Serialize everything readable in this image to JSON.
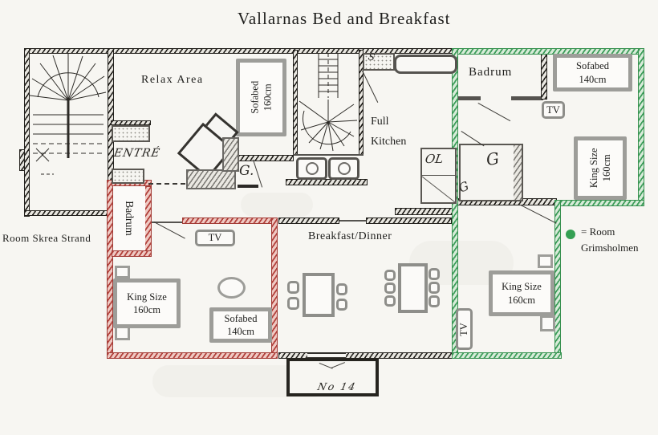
{
  "title": "Vallarnas Bed and Breakfast",
  "legend": {
    "line1": "= Room",
    "line2": "Grimsholmen",
    "dot_color": "#35a053"
  },
  "areas": {
    "relax": "Relax Area",
    "kitchen": "Full Kitchen",
    "breakfast": "Breakfast/Dinner",
    "skrea_strand_label": "Room Skrea Strand"
  },
  "room_grimsholmen_upper": {
    "badrum": "Badrum",
    "sofabed": "Sofabed 140cm",
    "tv": "TV",
    "king": "King Size 160cm",
    "closet_g_large": "G",
    "closet_g_small": "G",
    "closet_ol": "OL"
  },
  "room_grimsholmen_lower": {
    "king": "King Size 160cm",
    "tv": "TV"
  },
  "room_skrea_strand": {
    "badrum": "Badrum",
    "tv": "TV",
    "king": "King Size 160cm",
    "sofabed": "Sofabed 140cm"
  },
  "relax_area": {
    "sofabed": "Sofabed 160cm",
    "entre": "ENTRÉ",
    "g_mark": "G."
  },
  "kitchen_marks": {
    "s_mark": "S"
  },
  "porch": {
    "door_no": "No 14"
  },
  "colors": {
    "red_wall": "#b2423c",
    "green_wall": "#3f9e5c",
    "black_wall": "#23211d",
    "furniture_gray": "#9d9d99",
    "legend_dot": "#35a053"
  }
}
